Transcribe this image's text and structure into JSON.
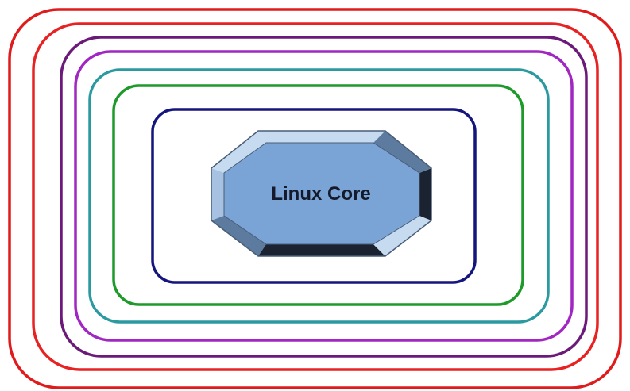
{
  "diagram": {
    "core": {
      "label": "Linux Core",
      "face_color": "#7aa3d6",
      "bevel_light": "#c6daf0",
      "bevel_mid": "#a6c1e2",
      "bevel_dark": "#5c7b9e",
      "bevel_darkest": "#1c2330",
      "outline_color": "#4a5d78"
    },
    "rings": [
      {
        "name": "ring-outer-red",
        "color": "#e01b1b"
      },
      {
        "name": "ring-red",
        "color": "#e82222"
      },
      {
        "name": "ring-purple-dark",
        "color": "#6b1a7a"
      },
      {
        "name": "ring-purple",
        "color": "#a126c2"
      },
      {
        "name": "ring-teal",
        "color": "#2b9aa0"
      },
      {
        "name": "ring-green",
        "color": "#1e9a2a"
      },
      {
        "name": "ring-navy",
        "color": "#15157e"
      }
    ]
  }
}
